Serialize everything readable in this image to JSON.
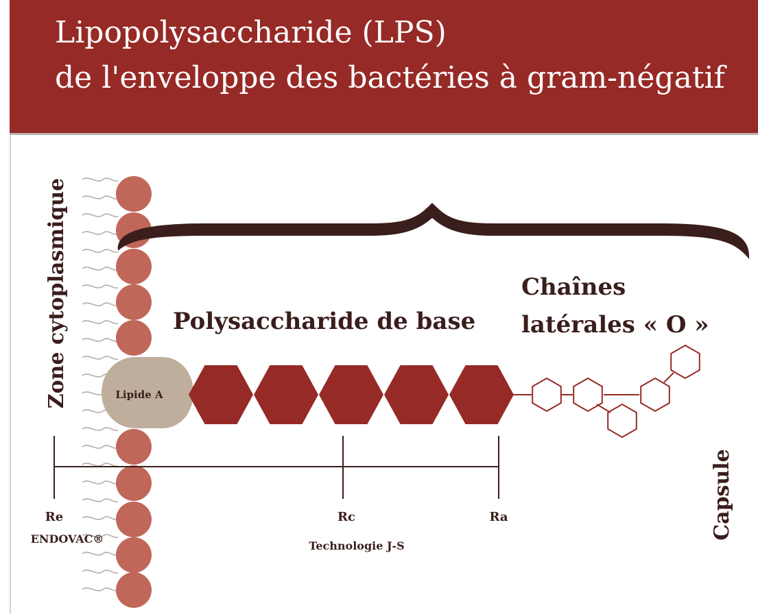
{
  "header": {
    "title_line1": "Lipopolysaccharide (LPS)",
    "title_line2": "de l'enveloppe des bactéries à gram-négatif"
  },
  "labels": {
    "zone": "Zone cytoplasmique",
    "core": "Polysaccharide de base",
    "chains_line1": "Chaînes",
    "chains_line2": "latérales « O »",
    "lipid": "Lipide A",
    "capsule": "Capsule",
    "re": "Re",
    "endovac": "ENDOVAC®",
    "rc": "Rc",
    "ra": "Ra",
    "tech": "Technologie J-S"
  },
  "colors": {
    "header_bg": "#962a26",
    "sphere": "#c0675a",
    "lipid": "#bfae9c",
    "hexagon": "#962a26",
    "brace": "#3a1e1c",
    "text": "#3a1e1c"
  }
}
